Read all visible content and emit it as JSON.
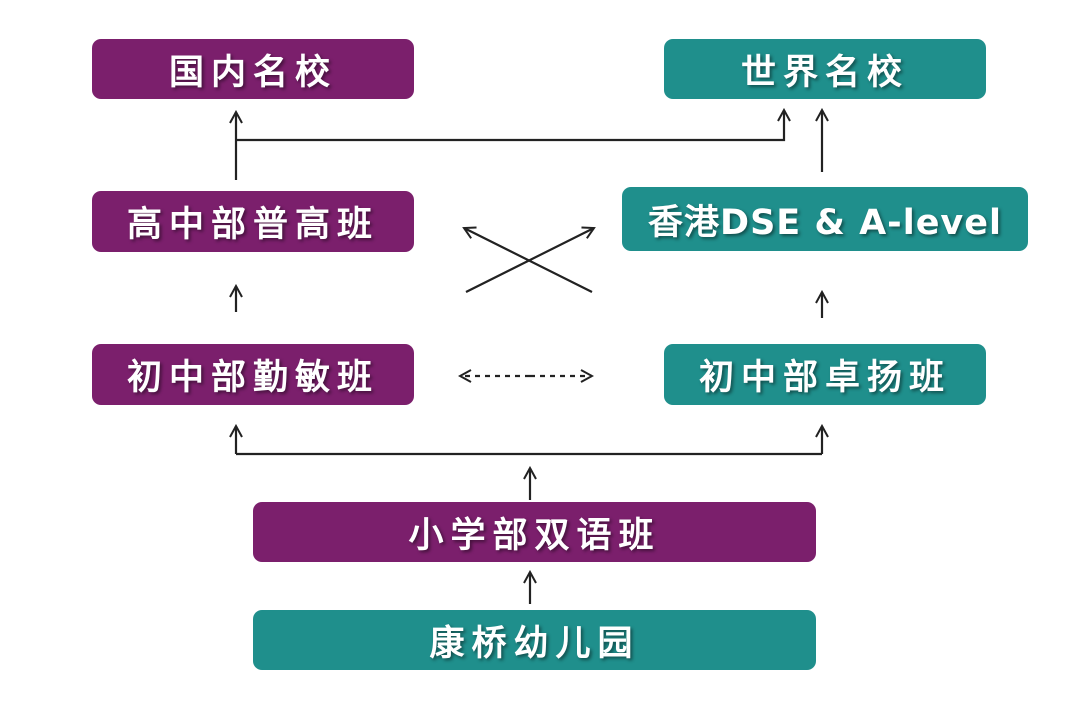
{
  "colors": {
    "purple": "#7b1f6c",
    "teal": "#1f8f8c",
    "line": "#222222",
    "text": "#ffffff"
  },
  "nodes": {
    "domestic_universities": "国内名校",
    "world_universities": "世界名校",
    "senior_high_general": "高中部普高班",
    "hk_dse_alevel": "香港DSE & A-level",
    "junior_high_qinmin": "初中部勤敏班",
    "junior_high_zhuoyang": "初中部卓扬班",
    "primary_bilingual": "小学部双语班",
    "kindergarten": "康桥幼儿园"
  }
}
